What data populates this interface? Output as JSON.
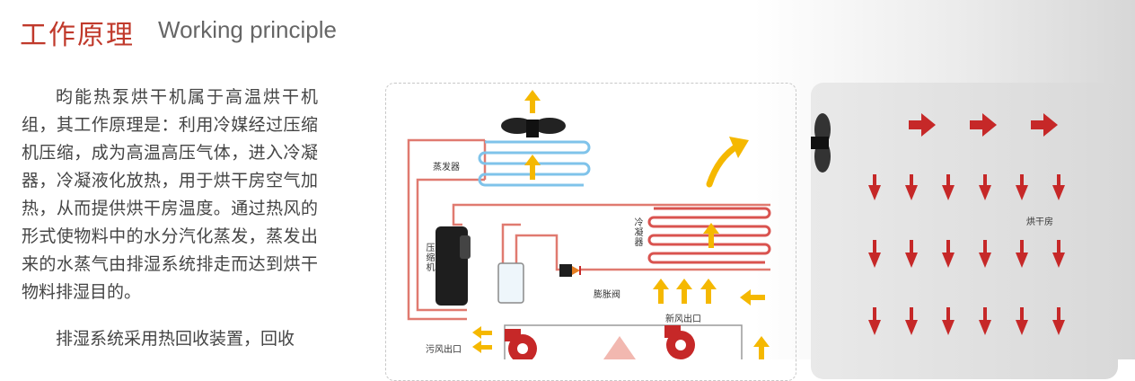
{
  "header": {
    "title_cn": "工作原理",
    "title_en": "Working principle"
  },
  "body": {
    "paragraph1": "昀能热泵烘干机属于高温烘干机组，其工作原理是：利用冷媒经过压缩机压缩，成为高温高压气体，进入冷凝器，冷凝液化放热，用于烘干房空气加热，从而提供烘干房温度。通过热风的形式使物料中的水分汽化蒸发，蒸发出来的水蒸气由排湿系统排走而达到烘干物料排湿目的。",
    "paragraph2": "排湿系统采用热回收装置，回收"
  },
  "diagram": {
    "labels": {
      "evaporator": "蒸发器",
      "compressor": "压缩机",
      "condenser": "冷凝器",
      "expansion_valve": "膨胀阀",
      "fresh_air_outlet": "新风出口",
      "exhaust_outlet": "污风出口",
      "drying_room": "烘干房"
    },
    "colors": {
      "pipe": "#e07a70",
      "arrow_yellow": "#f5b800",
      "arrow_red": "#c62828",
      "fan_red": "#c62828",
      "coil_blue": "#7fc3ea",
      "title_red": "#c0392b"
    },
    "icons": [
      "fan-icon",
      "compressor-icon",
      "expansion-valve-icon",
      "blower-icon",
      "heat-exchanger-icon"
    ]
  }
}
